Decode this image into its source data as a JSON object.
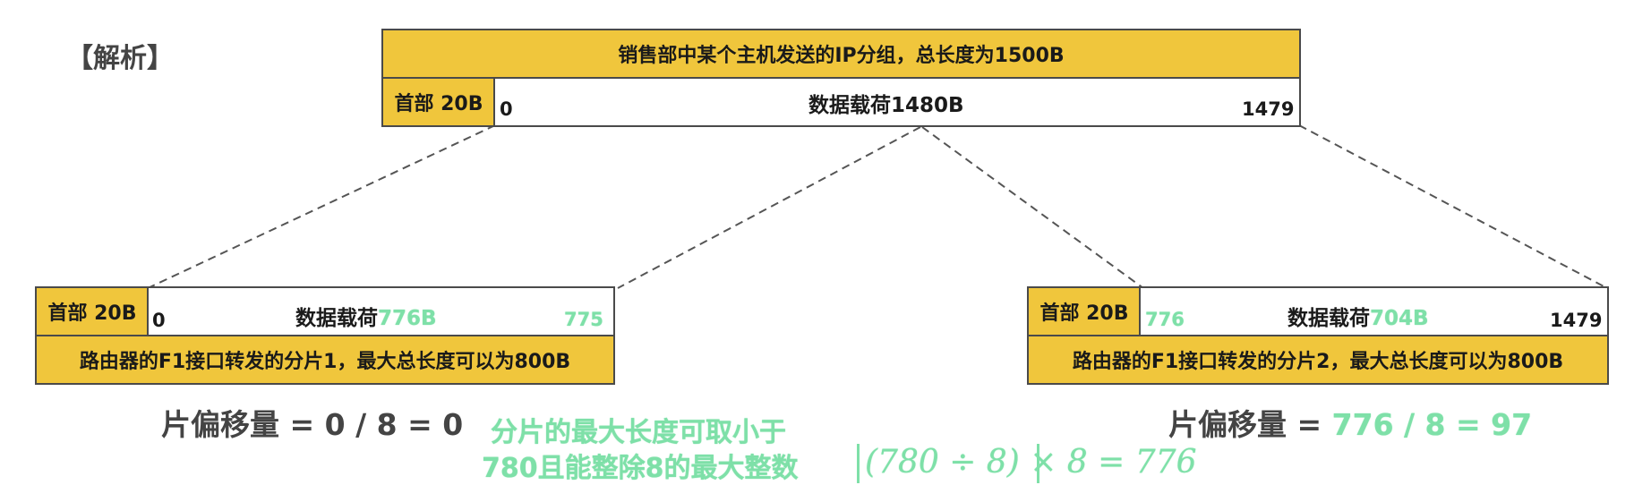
{
  "heading": "【解析】",
  "packet": {
    "title": "销售部中某个主机发送的IP分组，总长度为1500B",
    "header": "首部 20B",
    "payload": "数据载荷1480B",
    "start": "0",
    "end": "1479"
  },
  "frag1": {
    "header": "首部 20B",
    "payload_prefix": "数据载荷",
    "payload_size": "776B",
    "start": "0",
    "end": "775",
    "caption": "路由器的F1接口转发的分片1，最大总长度可以为800B",
    "offset_formula": "片偏移量 = 0 / 8 = 0"
  },
  "frag2": {
    "header": "首部 20B",
    "payload_prefix": "数据载荷",
    "payload_size": "704B",
    "start": "776",
    "end": "1479",
    "caption": "路由器的F1接口转发的分片2，最大总长度可以为800B",
    "offset_label": "片偏移量 = ",
    "offset_value": "776 / 8 = 97"
  },
  "note": {
    "line1": "分片的最大长度可取小于",
    "line2": "780且能整除8的最大整数",
    "formula": "(780 ÷ 8)  ×  8  =  776"
  },
  "colors": {
    "gold": "#f0c63c",
    "border": "#4a4a4a",
    "green": "#7ee0a8",
    "dashed_line": "#555555"
  }
}
